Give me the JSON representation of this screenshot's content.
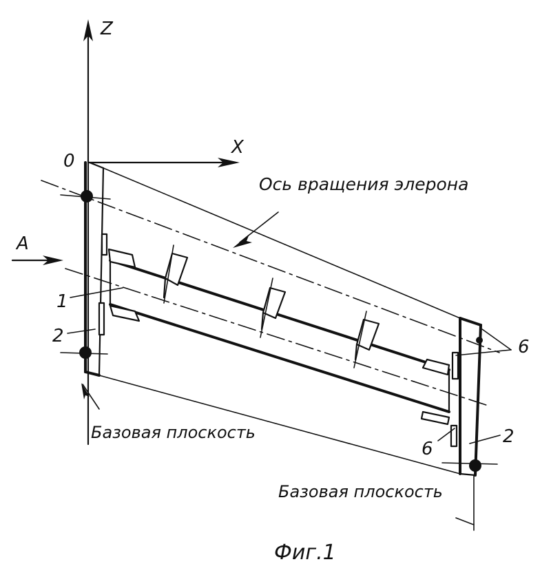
{
  "figure": {
    "axis_z_label": "Z",
    "axis_x_label": "X",
    "origin_label": "0",
    "rotation_axis_label": "Ось вращения элерона",
    "view_label": "А",
    "part_label_1": "1",
    "part_label_2_left": "2",
    "part_label_2_right": "2",
    "part_label_6_upper": "6",
    "part_label_6_lower": "6",
    "base_plane_left": "Базовая плоскость",
    "base_plane_right": "Базовая плоскость",
    "caption": "Фиг.1",
    "ink_color": "#111111"
  }
}
